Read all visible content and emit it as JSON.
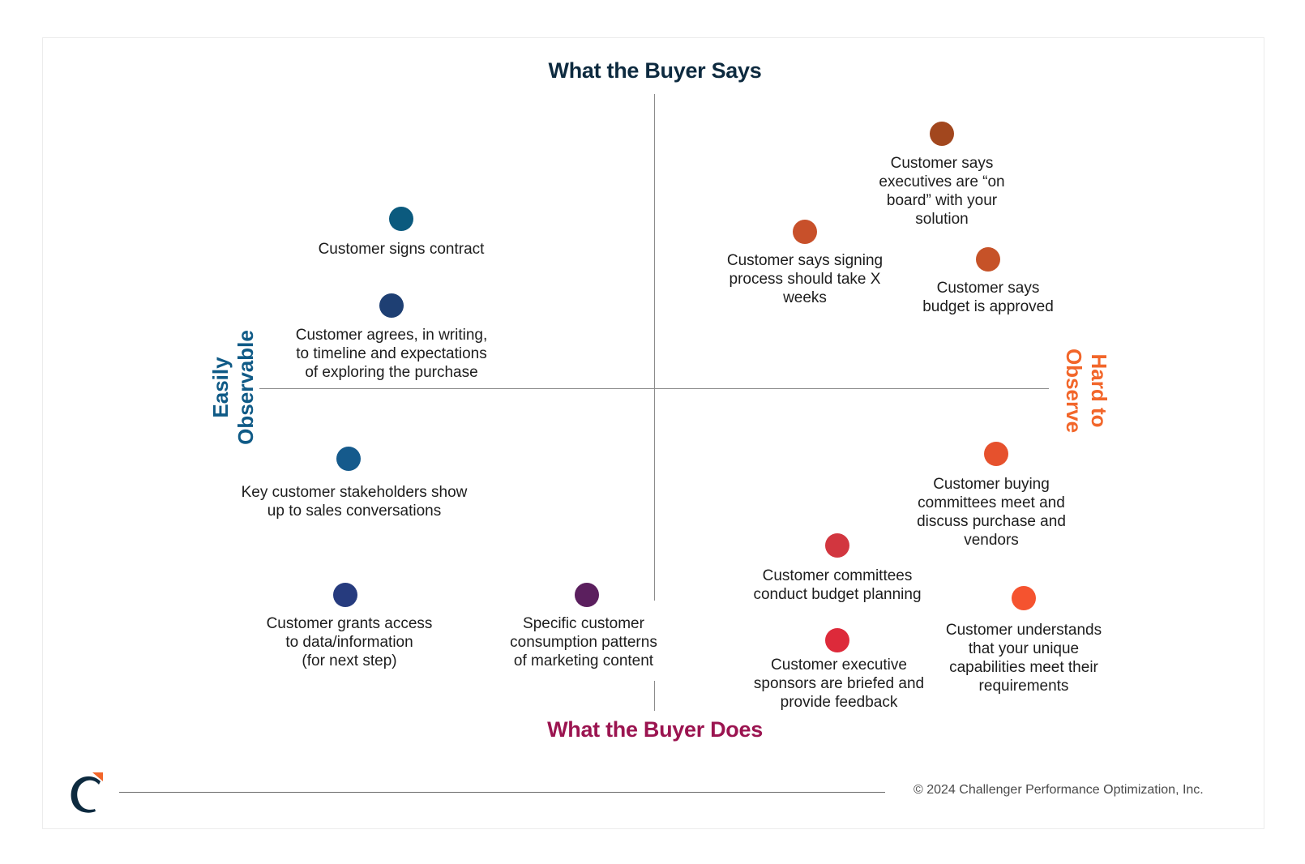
{
  "titles": {
    "top": "What the Buyer Says",
    "bottom": "What the Buyer Does",
    "left": [
      "Easily",
      "Observable"
    ],
    "right": [
      "Hard to",
      "Observe"
    ]
  },
  "colors": {
    "top_title": "#0d2a3f",
    "bottom_title": "#9b1450",
    "left_title": "#0f5a86",
    "right_title": "#f2662a",
    "axis": "#8c8c8c"
  },
  "items": [
    {
      "lines": [
        "Customer signs contract"
      ],
      "color": "#0b5a7e"
    },
    {
      "lines": [
        "Customer agrees, in writing,",
        "to timeline and expectations",
        "of exploring the purchase"
      ],
      "color": "#1e3f73"
    },
    {
      "lines": [
        "Key customer stakeholders show",
        "up to sales conversations"
      ],
      "color": "#155a8c"
    },
    {
      "lines": [
        "Customer grants access",
        "to data/information",
        "(for next step)"
      ],
      "color": "#263b7e"
    },
    {
      "lines": [
        "Specific customer",
        "consumption patterns",
        "of marketing content"
      ],
      "color": "#5b1f5e"
    },
    {
      "lines": [
        "Customer says",
        "executives are “on",
        "board” with your",
        "solution"
      ],
      "color": "#a2471e"
    },
    {
      "lines": [
        "Customer says signing",
        "process should take X",
        "weeks"
      ],
      "color": "#c8502a"
    },
    {
      "lines": [
        "Customer says",
        "budget is approved"
      ],
      "color": "#c65228"
    },
    {
      "lines": [
        "Customer buying",
        "committees meet and",
        "discuss purchase and",
        "vendors"
      ],
      "color": "#e6512d"
    },
    {
      "lines": [
        "Customer committees",
        "conduct budget planning"
      ],
      "color": "#d2363f"
    },
    {
      "lines": [
        "Customer understands",
        "that your unique",
        "capabilities meet their",
        "requirements"
      ],
      "color": "#f5532f"
    },
    {
      "lines": [
        "Customer executive",
        "sponsors are briefed and",
        "provide feedback"
      ],
      "color": "#dd2a3a"
    }
  ],
  "footer": {
    "copyright": "© 2024 Challenger Performance Optimization, Inc.",
    "logo_icon": "challenger-c-logo-icon",
    "logo_colors": {
      "c": "#0d2a3f",
      "accent": "#f2662a"
    }
  }
}
